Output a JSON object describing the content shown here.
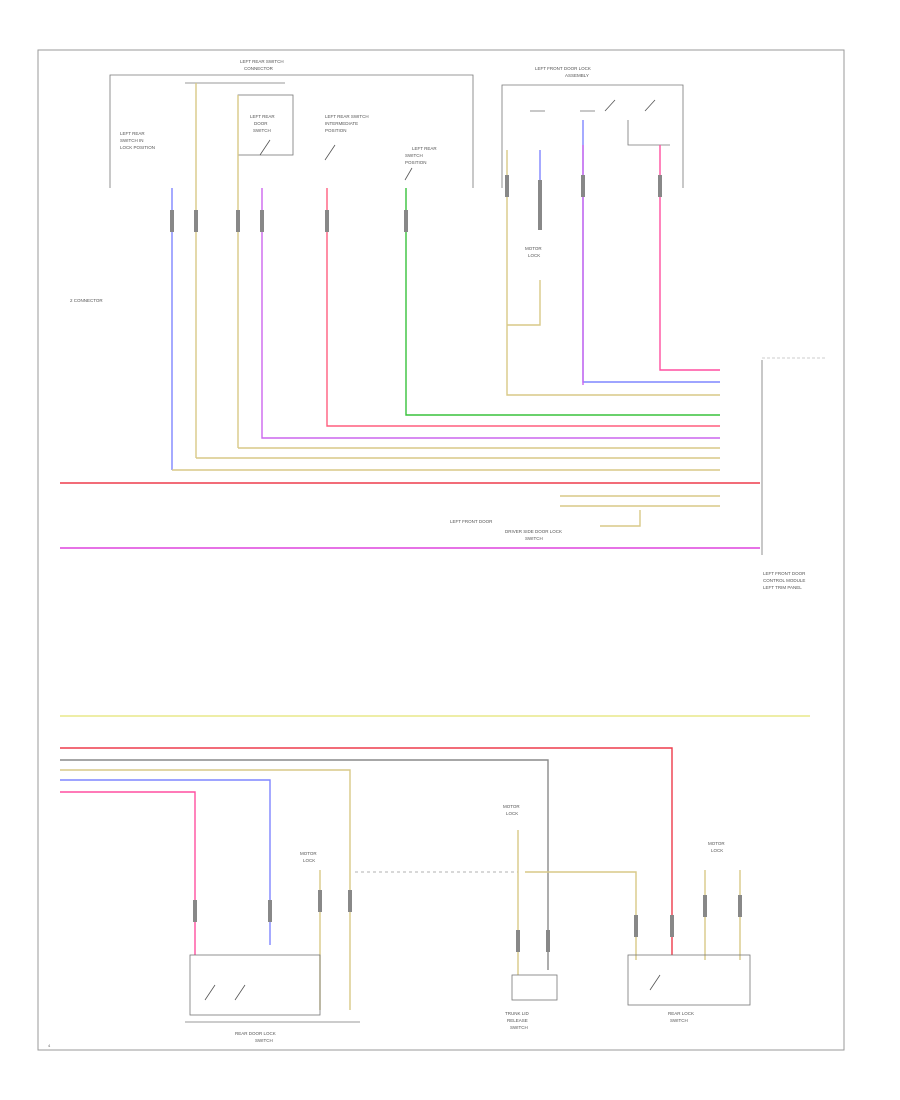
{
  "diagram": {
    "labels": {
      "top_left_switch_block": "LEFT REAR SWITCH",
      "top_left_switch_block_sub": "CONNECTOR",
      "left_rear_lock_switch_1": "LEFT REAR",
      "left_rear_lock_switch_2": "SWITCH IN",
      "left_rear_lock_switch_3": "LOCK POSITION",
      "left_rear_unlock_1": "LEFT REAR",
      "left_rear_unlock_2": "DOOR",
      "left_rear_unlock_3": "SWITCH",
      "left_rear_mid_1": "LEFT REAR SWITCH",
      "left_rear_mid_2": "INTERMEDIATE",
      "left_rear_mid_3": "POSITION",
      "left_rear_right_1": "LEFT REAR",
      "left_rear_right_2": "SWITCH",
      "left_rear_right_3": "POSITION",
      "top_right_lock_1": "LEFT FRONT DOOR LOCK",
      "top_right_lock_2": "ASSEMBLY",
      "top_right_motor_1": "MOTOR",
      "top_right_motor_2": "LOCK",
      "side_note": "2 CONNECTOR",
      "right_module_1": "LEFT FRONT DOOR",
      "right_module_2": "CONTROL MODULE",
      "right_module_3": "LEFT TRIM PANEL",
      "left_front_note": "LEFT FRONT DOOR",
      "driver_side_note_1": "DRIVER SIDE DOOR LOCK",
      "driver_side_note_2": "SWITCH",
      "bottom_lock_assy_1": "REAR DOOR LOCK",
      "bottom_lock_assy_2": "SWITCH",
      "bottom_center_1": "TRUNK LID",
      "bottom_center_2": "RELEASE",
      "bottom_center_3": "SWITCH",
      "bottom_right_1": "REAR LOCK",
      "bottom_right_2": "SWITCH",
      "bottom_motor_c_1": "MOTOR",
      "bottom_motor_c_2": "LOCK",
      "bottom_motor_l_1": "MOTOR",
      "bottom_motor_l_2": "LOCK",
      "bottom_motor_r_1": "MOTOR",
      "bottom_motor_r_2": "LOCK",
      "corner_note": "4"
    },
    "colors": {
      "frame": "#9a9a9a",
      "red": "#ee3b4b",
      "pink": "#ff66aa",
      "magenta": "#dd44dd",
      "violet": "#cc66ee",
      "blue": "#7f86ff",
      "green": "#38c23c",
      "tan": "#d8c987",
      "yellow": "#e8e88a",
      "gray": "#8a8a8a",
      "black": "#444444"
    }
  }
}
